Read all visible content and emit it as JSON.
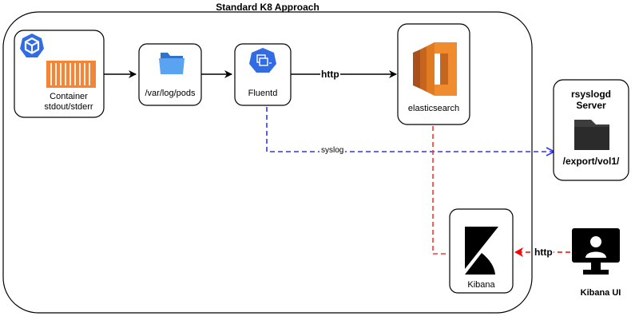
{
  "diagram": {
    "title": "Standard K8 Approach",
    "nodes": {
      "container": {
        "line1": "Container",
        "line2": "stdout/stderr"
      },
      "pods": {
        "label": "/var/log/pods"
      },
      "fluentd": {
        "label": "Fluentd"
      },
      "elasticsearch": {
        "label": "elasticsearch"
      },
      "rsyslogd": {
        "line1": "rsyslogd",
        "line2": "Server",
        "path": "/export/vol1/"
      },
      "kibana": {
        "label": "Kibana"
      },
      "kibana_ui": {
        "label": "Kibana UI"
      }
    },
    "edges": {
      "fluentd_to_es": "http",
      "fluentd_to_rsyslog": "syslog",
      "ui_to_kibana": "http"
    },
    "colors": {
      "border": "#000000",
      "syslog_line": "#3333ff",
      "es_kibana_line": "#ff3333",
      "ui_line": "#ff0000",
      "k8s_blue": "#326ce5",
      "container_orange": "#f58536",
      "folder_blue": "#3d8fe0",
      "es_orange": "#e57c1e",
      "rsyslog_folder": "#3d3d3d"
    },
    "icons": {
      "k8s": "kubernetes-icon",
      "container": "shipping-container-icon",
      "pods": "folder-icon",
      "fluentd": "fluentd-icon",
      "elasticsearch": "elasticsearch-icon",
      "rsyslogd": "folder-icon",
      "kibana": "kibana-icon",
      "kibana_ui": "user-monitor-icon"
    }
  }
}
